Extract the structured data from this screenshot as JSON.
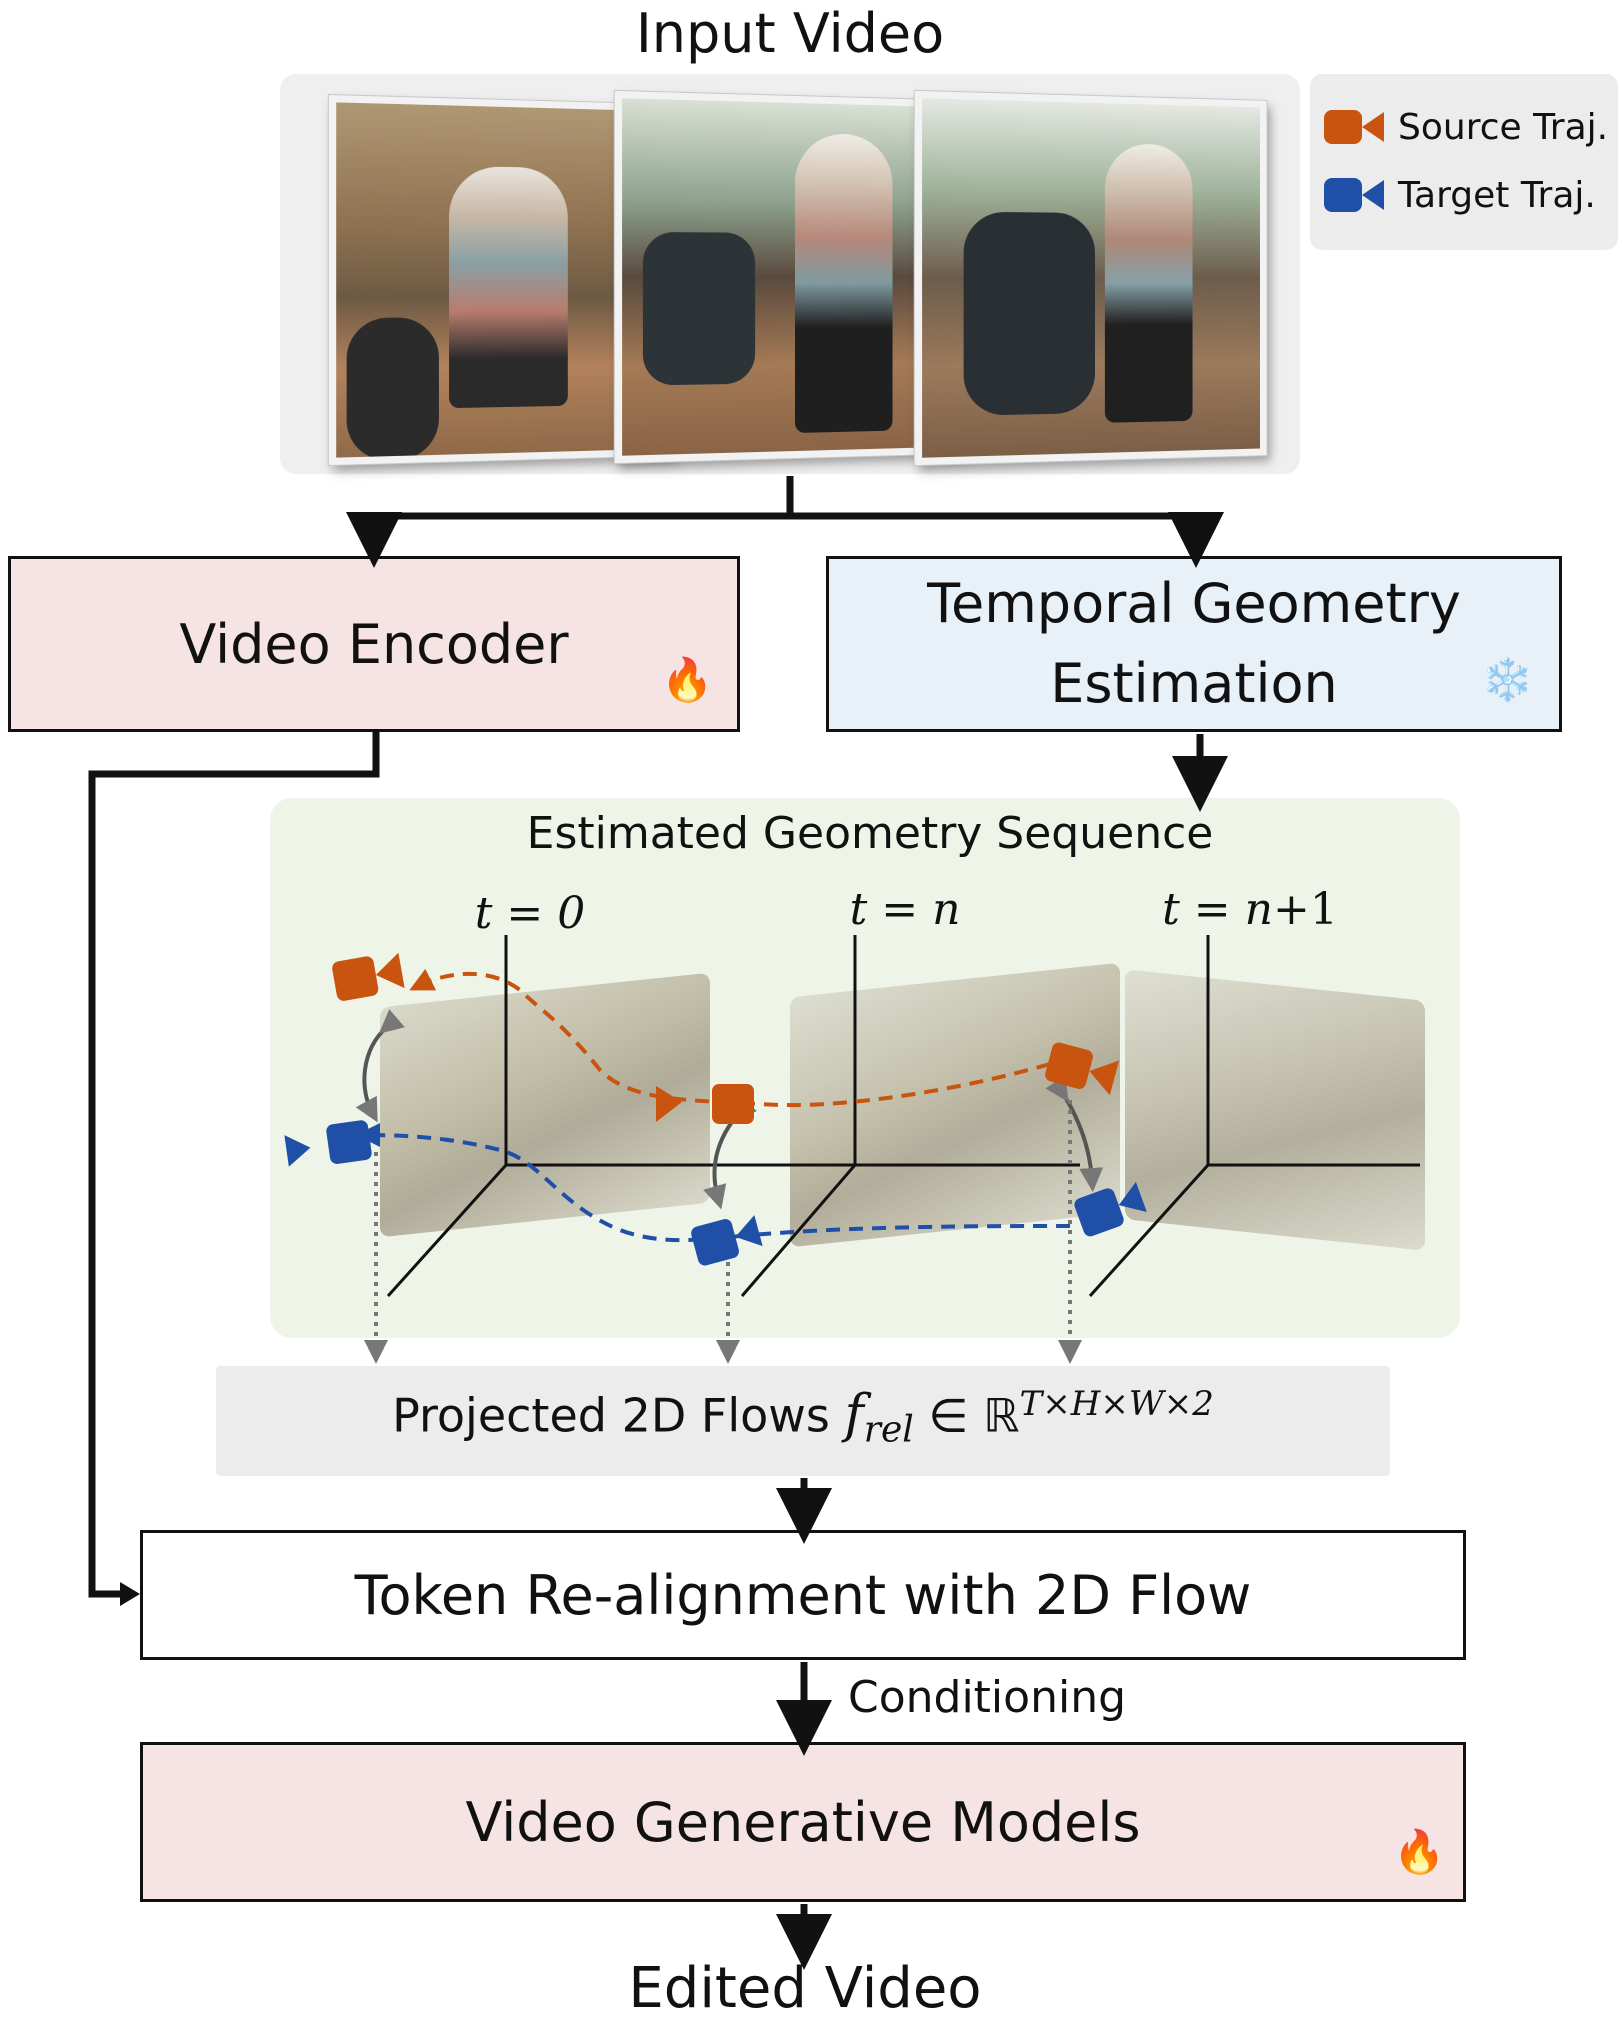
{
  "title_input": "Input Video",
  "title_output": "Edited Video",
  "legend": {
    "source": "Source Traj.",
    "target": "Target Traj.",
    "source_color": "#c8540f",
    "target_color": "#1f4fa6"
  },
  "boxes": {
    "video_encoder": "Video Encoder",
    "temporal_geometry_line1": "Temporal Geometry",
    "temporal_geometry_line2": "Estimation",
    "token_realignment": "Token Re-alignment with 2D Flow",
    "video_generative": "Video Generative Models"
  },
  "geometry_panel": {
    "title": "Estimated Geometry Sequence",
    "t0": "t = 0",
    "tn": "t = n",
    "tn1_prefix": "t = n",
    "tn1_suffix": "+1"
  },
  "flows": {
    "prefix": "Projected 2D Flows ",
    "symbol": "f",
    "subscript": "rel",
    "in": " ∈ ℝ",
    "superscript": "T×H×W×2"
  },
  "conditioning": "Conditioning",
  "icons": {
    "trainable": "fire-icon",
    "frozen": "snowflake-icon"
  },
  "colors": {
    "encoder_fill": "#f6e4e4",
    "geometry_fill": "#e9f1f8",
    "geometry_panel_fill": "#eef5e8",
    "flows_fill": "#ececec",
    "video_panel_fill": "#efefef"
  }
}
